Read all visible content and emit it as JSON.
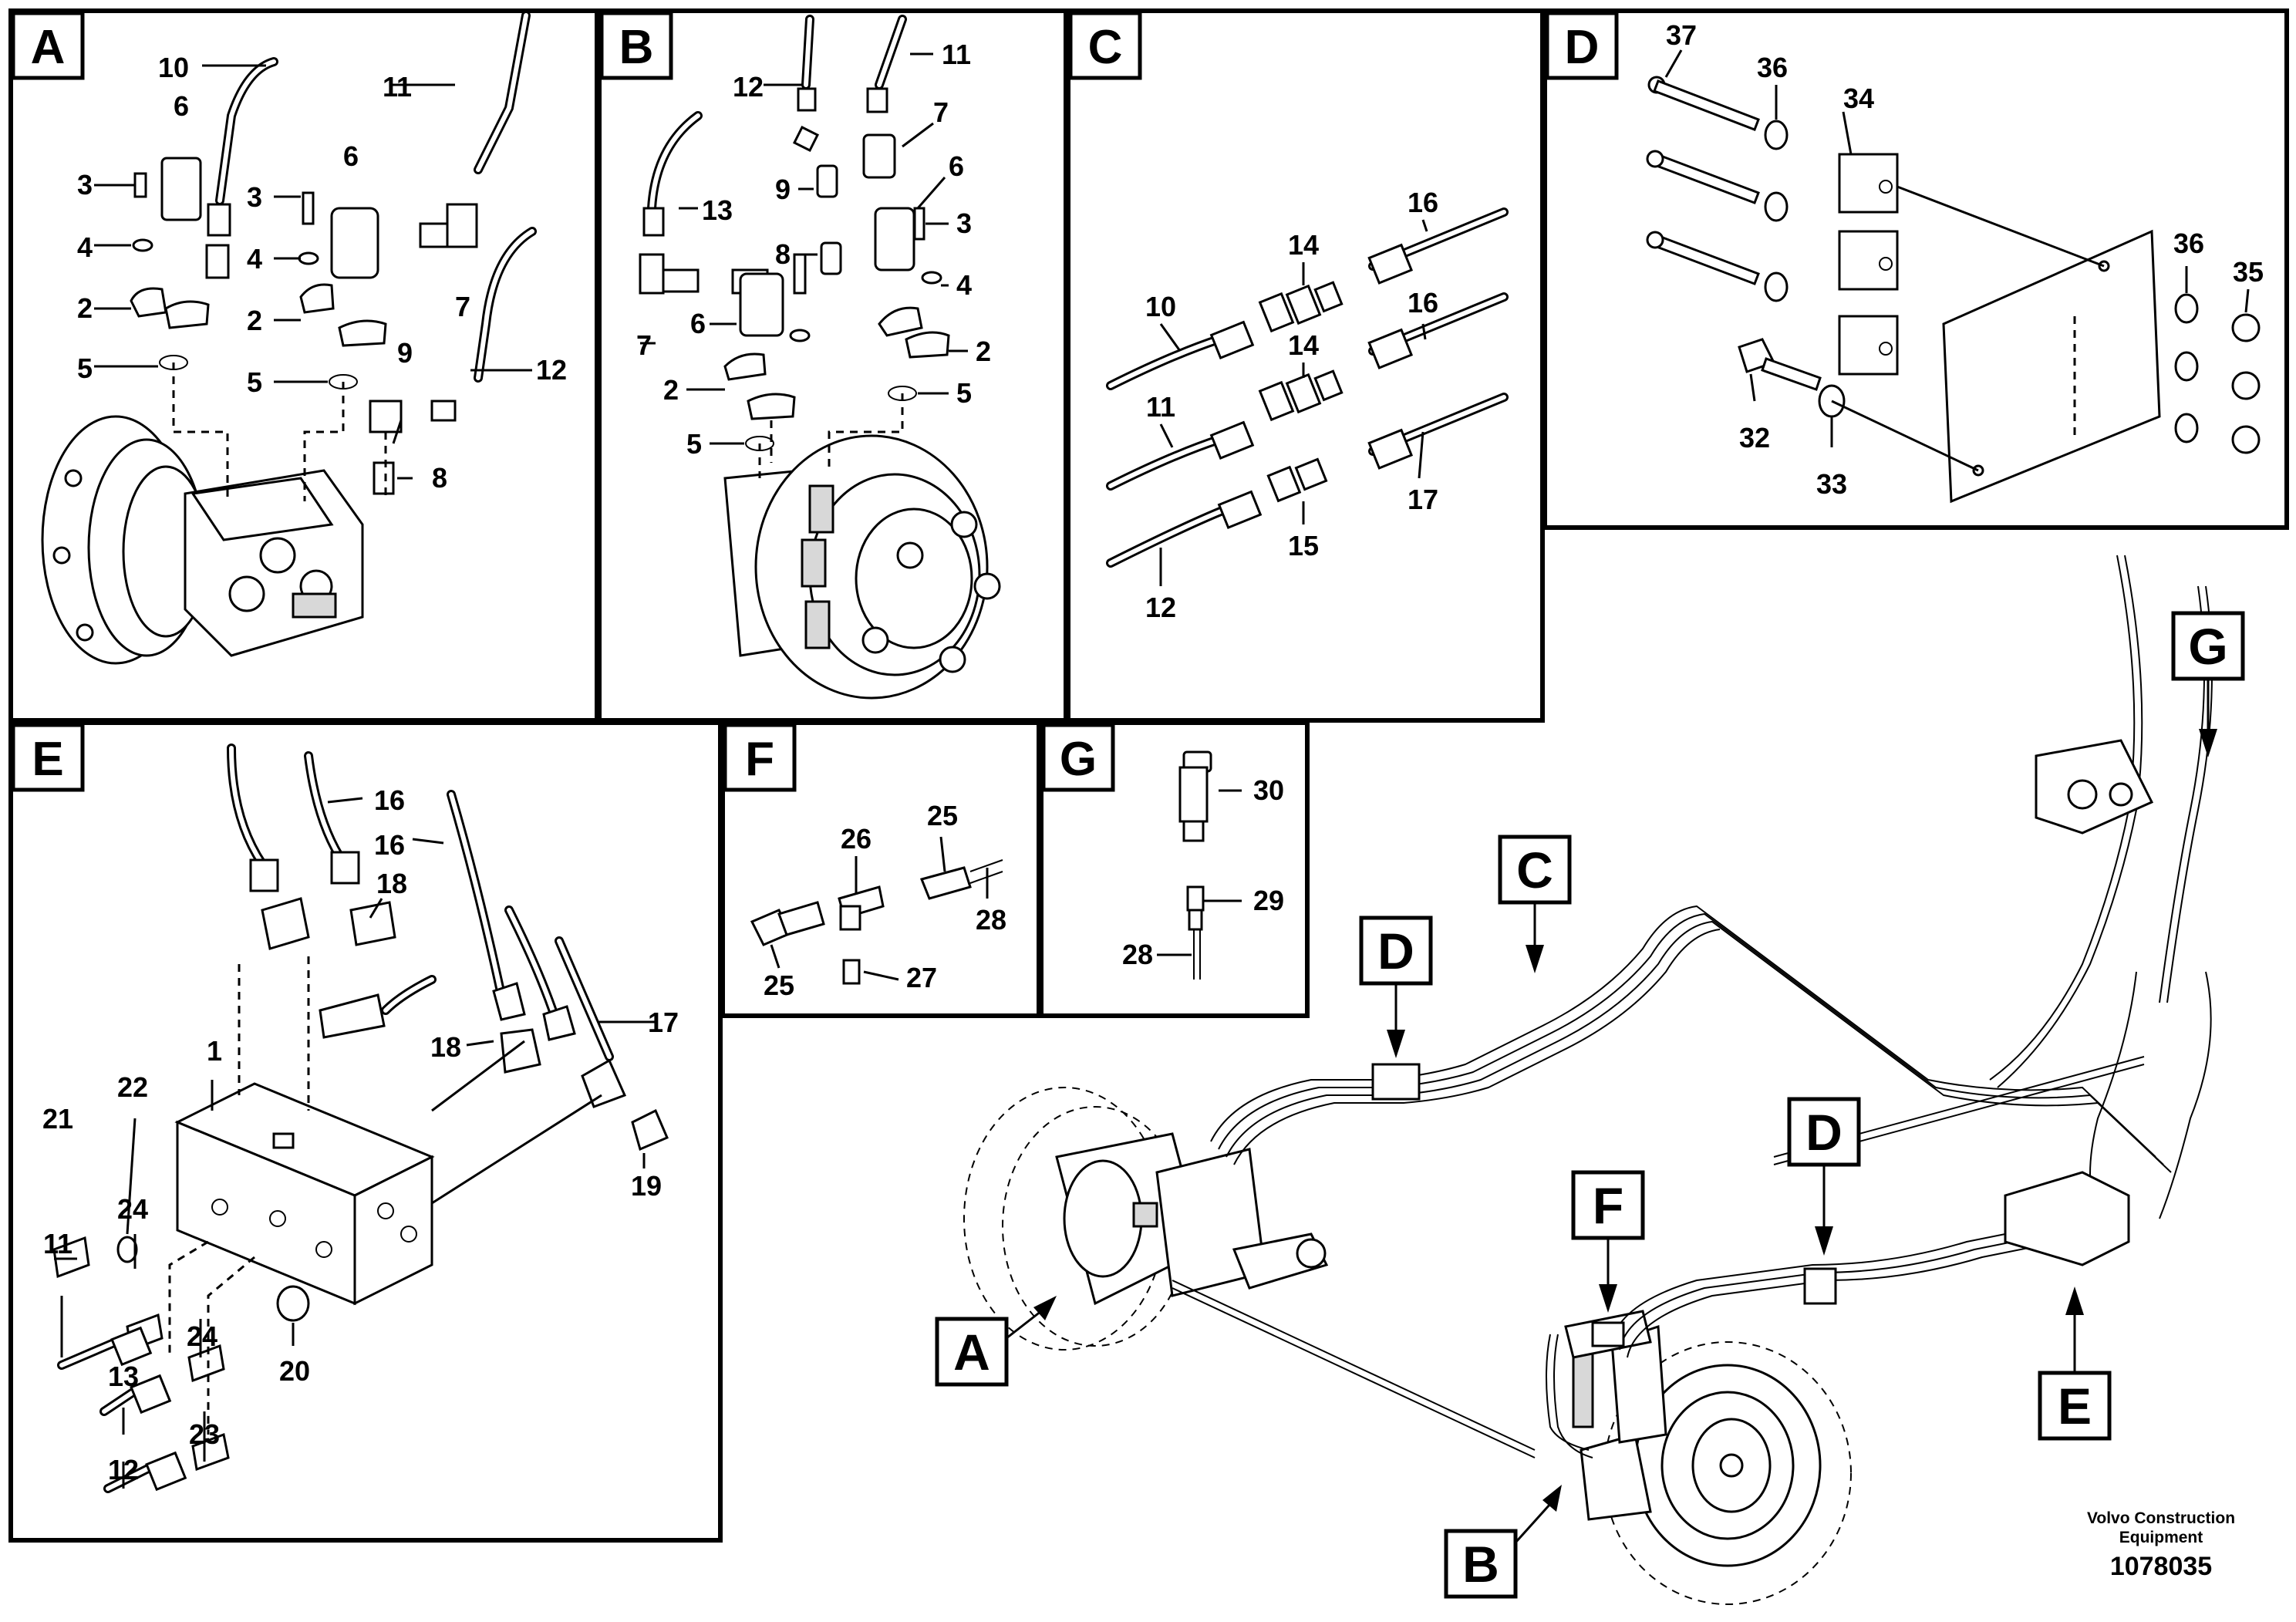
{
  "panels": {
    "A": {
      "letter": "A",
      "labels": [
        "10",
        "6",
        "11",
        "3",
        "3",
        "6",
        "4",
        "4",
        "2",
        "2",
        "7",
        "5",
        "5",
        "9",
        "12",
        "8"
      ]
    },
    "B": {
      "letter": "B",
      "labels": [
        "12",
        "11",
        "7",
        "6",
        "13",
        "9",
        "8",
        "3",
        "4",
        "7",
        "6",
        "2",
        "2",
        "5",
        "5"
      ]
    },
    "C": {
      "letter": "C",
      "labels": [
        "16",
        "14",
        "10",
        "16",
        "14",
        "11",
        "17",
        "15",
        "12"
      ]
    },
    "D": {
      "letter": "D",
      "labels": [
        "37",
        "36",
        "34",
        "36",
        "35",
        "32",
        "33"
      ]
    },
    "E": {
      "letter": "E",
      "labels": [
        "16",
        "16",
        "18",
        "18",
        "17",
        "1",
        "22",
        "21",
        "19",
        "24",
        "11",
        "24",
        "20",
        "13",
        "23",
        "12"
      ]
    },
    "F": {
      "letter": "F",
      "labels": [
        "25",
        "26",
        "28",
        "25",
        "27"
      ]
    },
    "G": {
      "letter": "G",
      "labels": [
        "30",
        "29",
        "28"
      ]
    }
  },
  "overview": {
    "callouts": [
      "A",
      "B",
      "C",
      "D",
      "D",
      "E",
      "F",
      "G"
    ]
  },
  "footer": {
    "brand_line1": "Volvo Construction",
    "brand_line2": "Equipment",
    "reference": "1078035"
  }
}
